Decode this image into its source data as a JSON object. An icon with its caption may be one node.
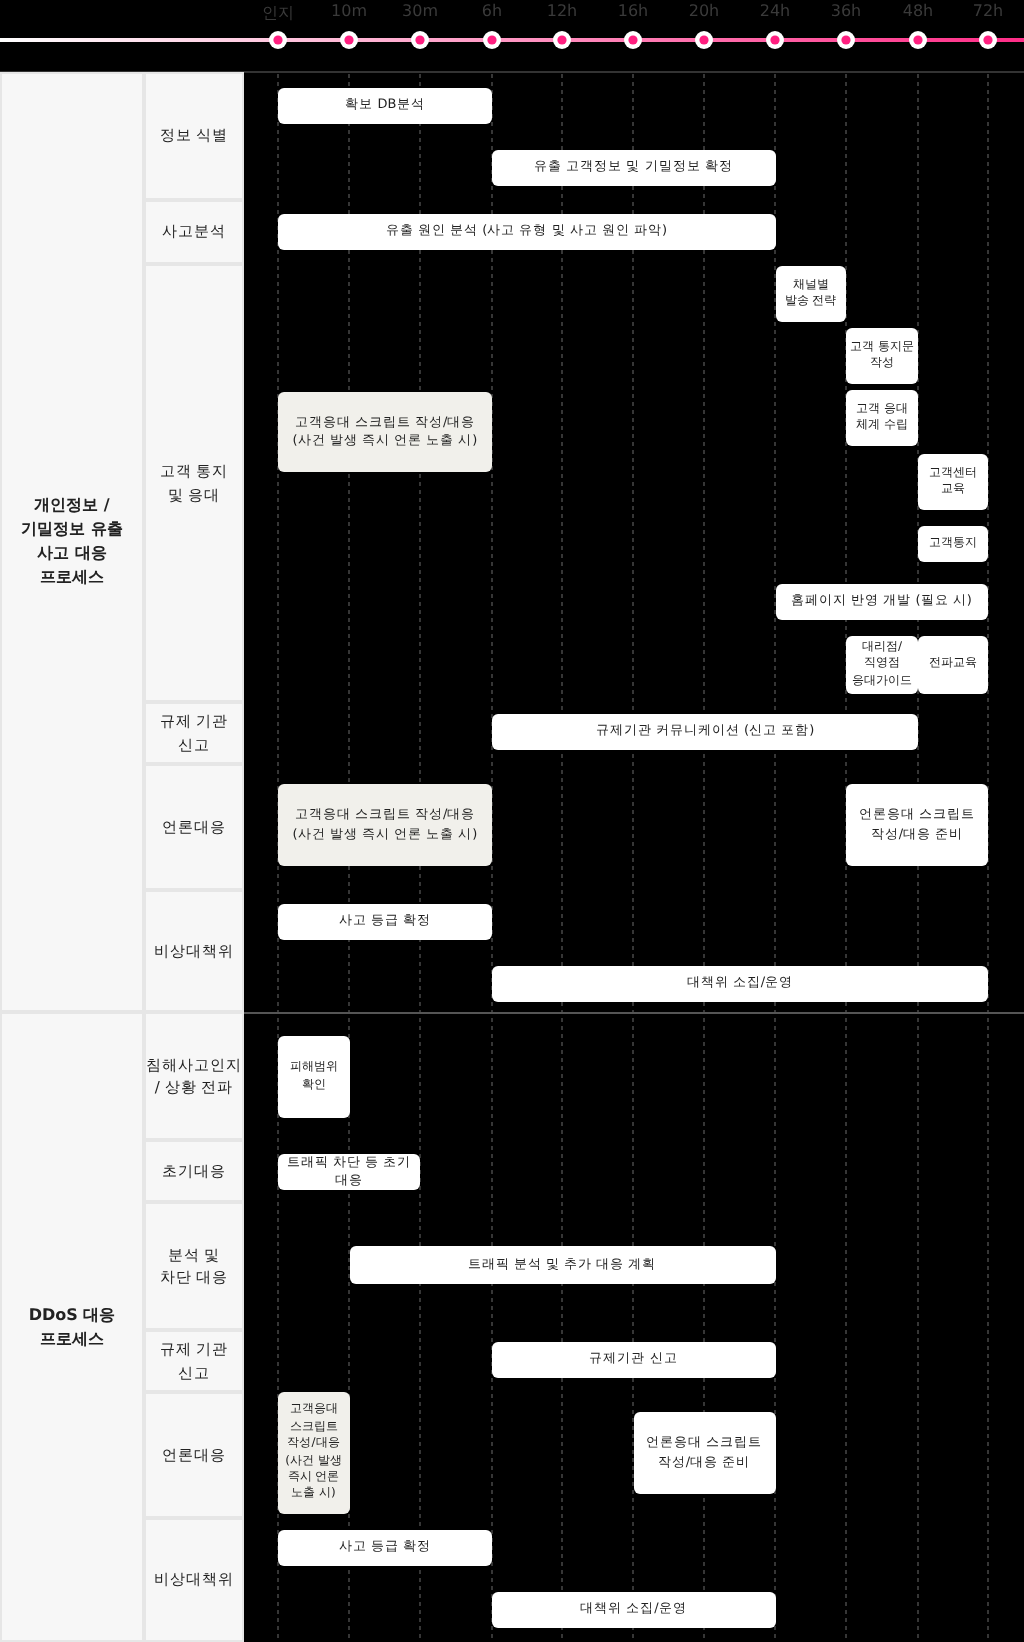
{
  "diagram": {
    "nodes": [
      {
        "text": [
          "개인정보 / 기밀정보 유출 사고 대응 프로세스"
        ]
      },
      {
        "text": [
          "정보 식별"
        ]
      },
      {
        "text": [
          "확보 DB분석"
        ]
      },
      {
        "text": [
          "유출 고객정보 및 기밀정보 확정"
        ]
      },
      {
        "text": [
          "사고분석"
        ]
      },
      {
        "text": [
          "유출 원인 분석 (사고 유형 및 사고 원인 파악)"
        ]
      },
      {
        "text": [
          "고객 통지 및 응대"
        ]
      },
      {
        "text": [
          "채널별 발송 전략"
        ]
      },
      {
        "text": [
          "고객 통지문 작성"
        ]
      },
      {
        "text": [
          "고객 응대 체계 수립"
        ]
      },
      {
        "text": [
          "고객응대 스크립트 작성/대응 (사건 발생 즉시 언론 노출 시)"
        ]
      },
      {
        "text": [
          "고객센터 교육"
        ]
      },
      {
        "text": [
          "고객통지"
        ]
      },
      {
        "text": [
          "홈페이지 반영 개발 (필요 시)"
        ]
      },
      {
        "text": [
          "대리점/ 직영점 응대가이드"
        ]
      },
      {
        "text": [
          "전파교육"
        ]
      },
      {
        "text": [
          "규제 기관 신고"
        ]
      },
      {
        "text": [
          "규제기관 커뮤니케이션 (신고 포함)"
        ]
      },
      {
        "text": [
          "언론대응"
        ]
      },
      {
        "text": [
          "고객응대 스크립트 작성/대응 (사건 발생 즉시 언론 노출 시)"
        ]
      },
      {
        "text": [
          "언론응대 스크립트 작성/대응 준비"
        ]
      },
      {
        "text": [
          "비상대책위"
        ]
      },
      {
        "text": [
          "사고 등급 확정"
        ]
      },
      {
        "text": [
          "대책위 소집/운영"
        ]
      },
      {
        "text": [
          "DDoS 대응 프로세스"
        ]
      },
      {
        "text": [
          "침해사고인지 / 상황 전파"
        ]
      },
      {
        "text": [
          "피해범위 확인"
        ]
      },
      {
        "text": [
          "초기대응"
        ]
      },
      {
        "text": [
          "트래픽 차단 등 초기 대응"
        ]
      },
      {
        "text": [
          "분석 및 차단 대응"
        ]
      },
      {
        "text": [
          "트래픽 분석 및 추가 대응 계획"
        ]
      },
      {
        "text": [
          "규제 기관 신고"
        ]
      },
      {
        "text": [
          "규제기관 신고"
        ]
      },
      {
        "text": [
          "언론대응"
        ]
      },
      {
        "text": [
          "고객응대 스크립트 작성/대응 (사건 발생 즉시 언론 노출 시)"
        ]
      },
      {
        "text": [
          "언론응대 스크립트 작성/대응 준비"
        ]
      },
      {
        "text": [
          "비상대책위"
        ]
      },
      {
        "text": [
          "사고 등급 확정"
        ]
      },
      {
        "text": [
          "대책위 소집/운영"
        ]
      }
    ],
    "edges": [],
    "labels": [
      "인지",
      "10m",
      "30m",
      "6h",
      "12h",
      "16h",
      "20h",
      "24h",
      "36h",
      "48h",
      "72h"
    ]
  }
}
